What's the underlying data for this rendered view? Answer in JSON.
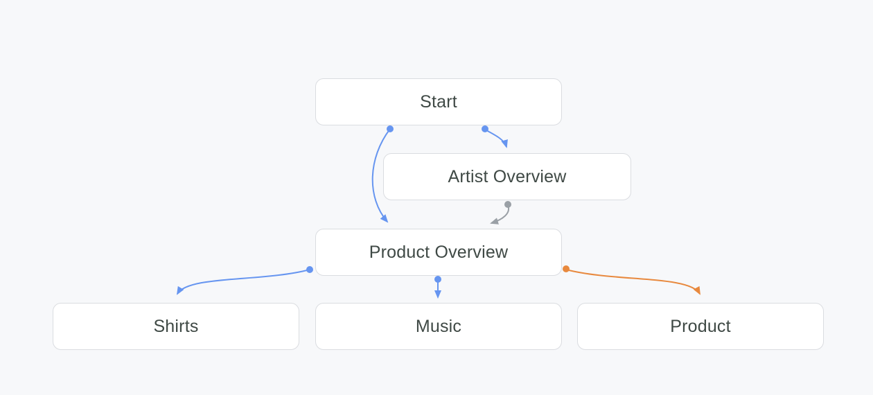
{
  "diagram": {
    "nodes": {
      "start": {
        "label": "Start"
      },
      "artist_overview": {
        "label": "Artist Overview"
      },
      "product_overview": {
        "label": "Product Overview"
      },
      "shirts": {
        "label": "Shirts"
      },
      "music": {
        "label": "Music"
      },
      "product": {
        "label": "Product"
      }
    },
    "edges": [
      {
        "from": "start",
        "to": "artist_overview",
        "color": "#6695f0"
      },
      {
        "from": "start",
        "to": "product_overview",
        "color": "#6695f0"
      },
      {
        "from": "artist_overview",
        "to": "product_overview",
        "color": "#9aa0a6"
      },
      {
        "from": "product_overview",
        "to": "shirts",
        "color": "#6695f0"
      },
      {
        "from": "product_overview",
        "to": "music",
        "color": "#6695f0"
      },
      {
        "from": "product_overview",
        "to": "product",
        "color": "#e8893e"
      }
    ],
    "colors": {
      "edge_blue": "#6695f0",
      "edge_gray": "#9aa0a6",
      "edge_orange": "#e8893e",
      "node_background": "#ffffff",
      "node_border": "#dadce0",
      "node_text": "#3f4945",
      "page_background": "#f7f8fa"
    }
  }
}
